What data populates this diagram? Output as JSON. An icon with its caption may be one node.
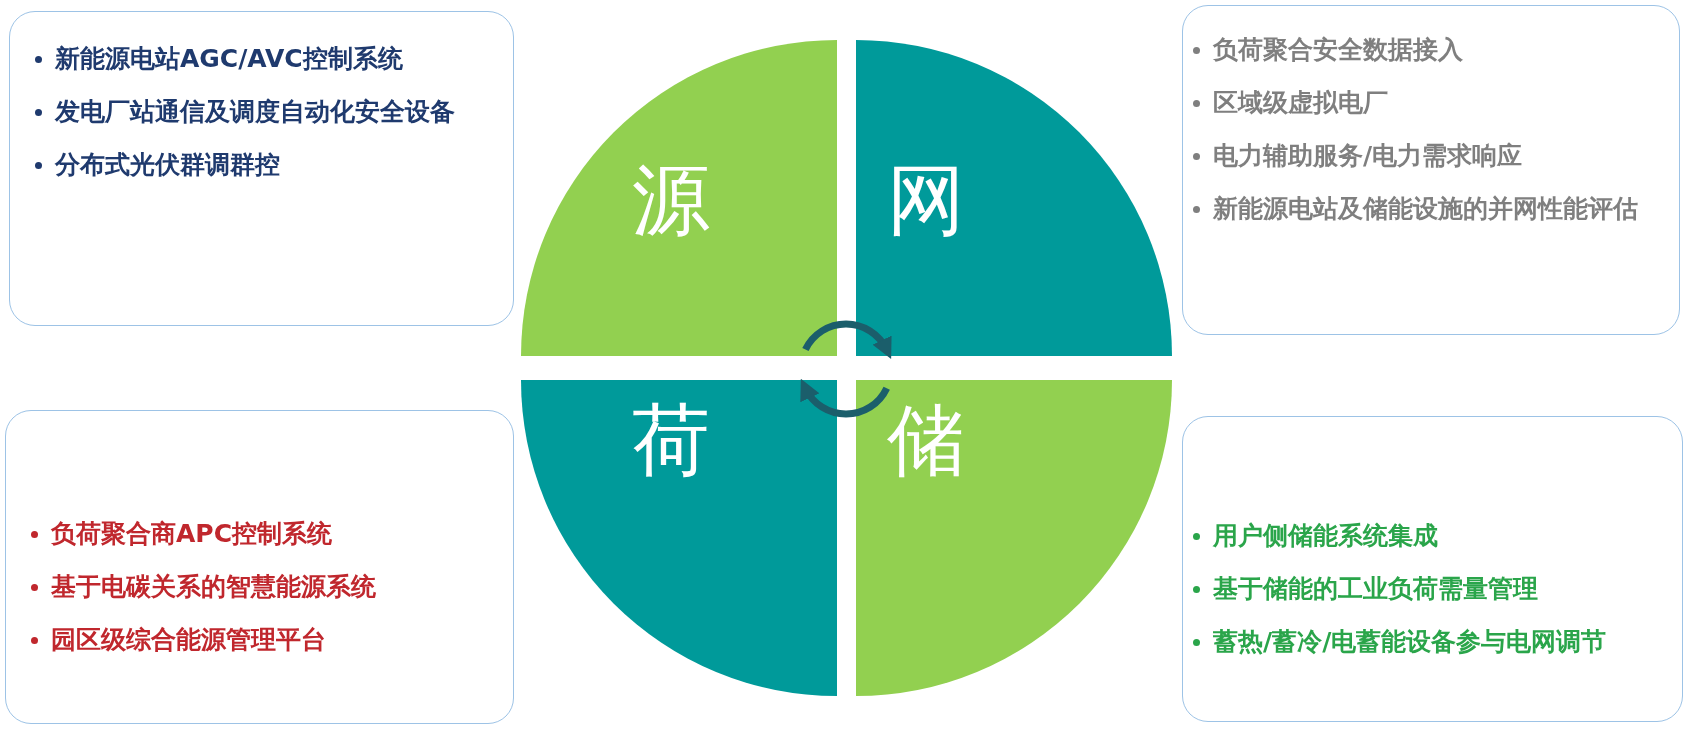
{
  "diagram": {
    "nodes": [
      {
        "text": [
          "新能源电站AGC/AVC控制系统",
          "发电厂站通信及调度自动化安全设备",
          "分布式光伏群调群控"
        ]
      },
      {
        "text": [
          "源"
        ]
      },
      {
        "text": [
          "网"
        ]
      },
      {
        "text": [
          "负荷聚合安全数据接入",
          "区域级虚拟电厂",
          "电力辅助服务/电力需求响应",
          "新能源电站及储能设施的并网性能评估"
        ]
      },
      {
        "text": [
          "负荷聚合商APC控制系统",
          "基于电碳关系的智慧能源系统",
          "园区级综合能源管理平台"
        ]
      },
      {
        "text": [
          "荷"
        ]
      },
      {
        "text": [
          "储"
        ]
      },
      {
        "text": [
          "用户侧储能系统集成",
          "基于储能的工业负荷需量管理",
          "蓄热/蓄冷/电蓄能设备参与电网调节"
        ]
      }
    ],
    "edges": [
      {
        "from": 1,
        "to": 2,
        "arrow": "to"
      },
      {
        "from": 6,
        "to": 5,
        "arrow": "to"
      }
    ]
  }
}
